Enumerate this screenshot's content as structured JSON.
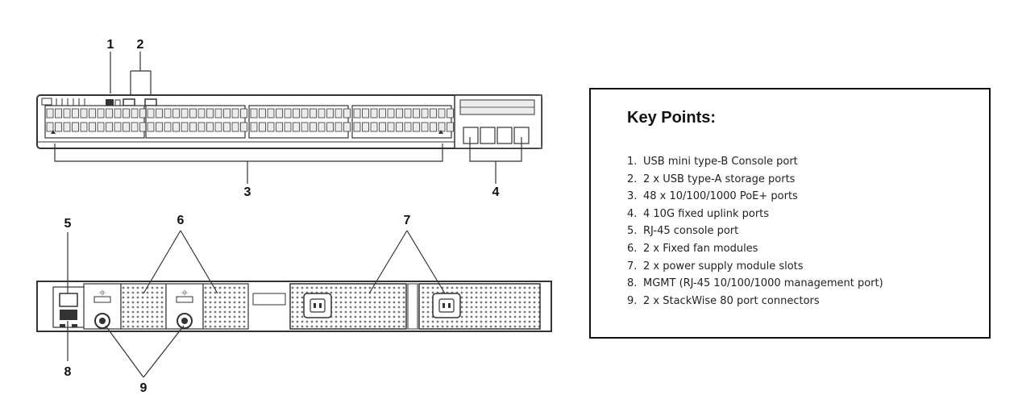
{
  "callouts": [
    "1",
    "2",
    "3",
    "4",
    "5",
    "6",
    "7",
    "8",
    "9"
  ],
  "key_points": {
    "title": "Key Points:",
    "items": [
      {
        "num": "1.",
        "text": "USB mini type-B Console port"
      },
      {
        "num": "2.",
        "text": "2 x USB type-A storage ports"
      },
      {
        "num": "3.",
        "text": "48 x 10/100/1000 PoE+ ports"
      },
      {
        "num": "4.",
        "text": "4 10G fixed uplink ports"
      },
      {
        "num": "5.",
        "text": "RJ-45 console port"
      },
      {
        "num": "6.",
        "text": "2 x Fixed fan modules"
      },
      {
        "num": "7.",
        "text": "2 x power supply module slots"
      },
      {
        "num": "8.",
        "text": "MGMT (RJ-45 10/100/1000 management port)"
      },
      {
        "num": "9.",
        "text": "2 x StackWise 80 port connectors"
      }
    ]
  },
  "colors": {
    "line": "#333333",
    "port_fill": "#ececec",
    "panel_fill": "#ffffff"
  }
}
